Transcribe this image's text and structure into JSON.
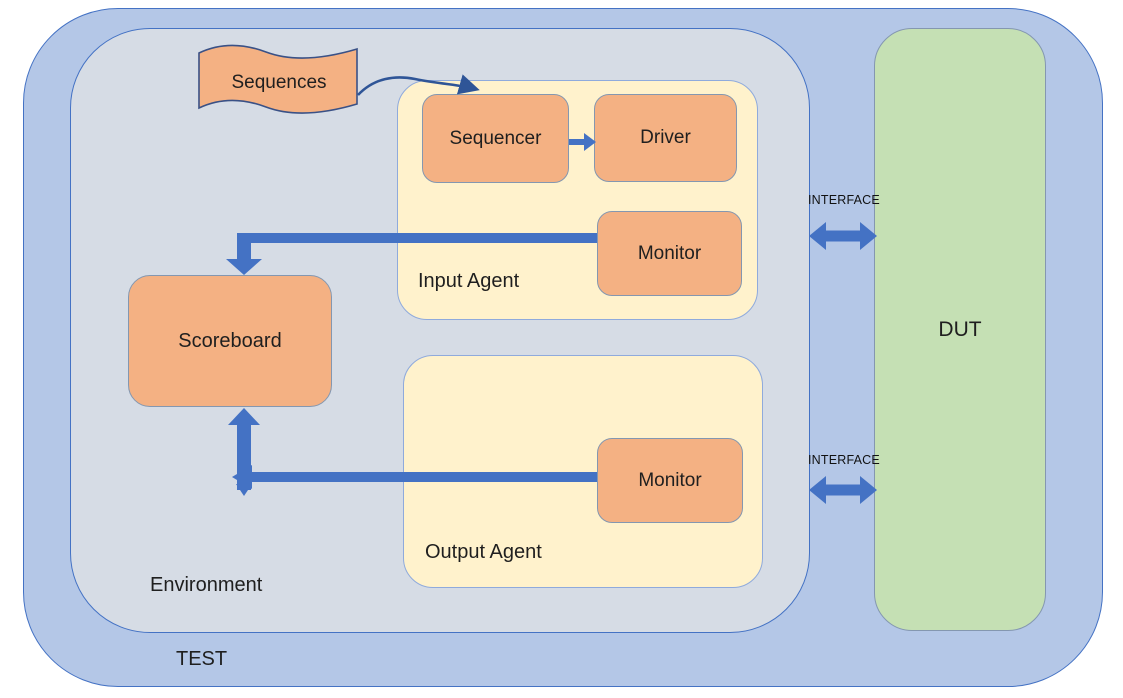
{
  "test": {
    "label": "TEST"
  },
  "environment": {
    "label": "Environment"
  },
  "sequences": {
    "label": "Sequences"
  },
  "input_agent": {
    "label": "Input Agent",
    "sequencer_label": "Sequencer",
    "driver_label": "Driver",
    "monitor_label": "Monitor"
  },
  "output_agent": {
    "label": "Output Agent",
    "monitor_label": "Monitor"
  },
  "scoreboard": {
    "label": "Scoreboard"
  },
  "dut": {
    "label": "DUT"
  },
  "interface_top": {
    "label": "INTERFACE"
  },
  "interface_bottom": {
    "label": "INTERFACE"
  },
  "colors": {
    "test_fill": "#b4c7e7",
    "test_border": "#4472c4",
    "environment_fill": "#d6dce5",
    "agent_fill": "#fff2cc",
    "agent_border": "#8faadc",
    "component_fill": "#f4b183",
    "component_border": "#8497b0",
    "dut_fill": "#c5e0b4",
    "arrow_blue": "#4472c4",
    "connector_dark_blue": "#2f5597",
    "text": "#1f1f1f"
  }
}
